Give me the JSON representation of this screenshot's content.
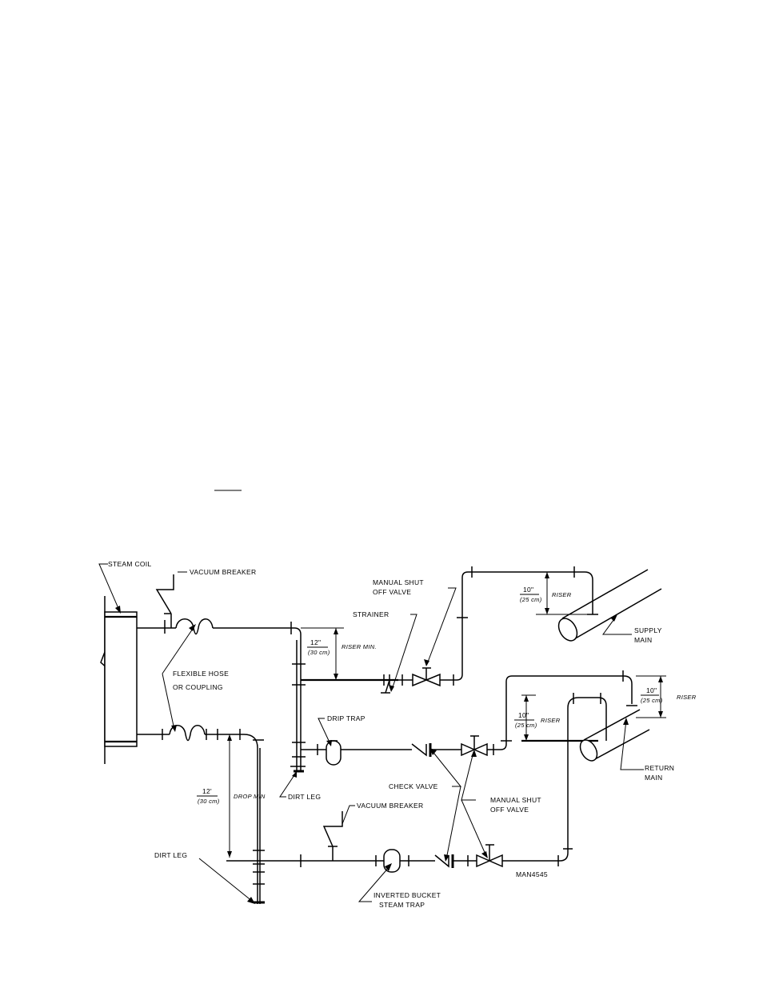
{
  "labels": {
    "steam_coil": "STEAM COIL",
    "vacuum_breaker_top": "VACUUM BREAKER",
    "manual_shut_top_1": "MANUAL SHUT",
    "manual_shut_top_2": "OFF VALVE",
    "strainer": "STRAINER",
    "flexible_hose_1": "FLEXIBLE HOSE",
    "flexible_hose_2": "OR COUPLING",
    "drip_trap": "DRIP TRAP",
    "dirt_leg_mid": "DIRT LEG",
    "dirt_leg_left": "DIRT LEG",
    "vacuum_breaker_bottom": "VACUUM BREAKER",
    "check_valve": "CHECK VALVE",
    "manual_shut_bottom_1": "MANUAL SHUT",
    "manual_shut_bottom_2": "OFF VALVE",
    "inverted_bucket_1": "INVERTED BUCKET",
    "inverted_bucket_2": "STEAM TRAP",
    "supply_main_1": "SUPPLY",
    "supply_main_2": "MAIN",
    "return_main_1": "RETURN",
    "return_main_2": "MAIN",
    "drawing_id": "MAN4545"
  },
  "dimensions": {
    "riser_min": {
      "num": "12\"",
      "den": "(30 cm)",
      "suffix": "RISER MIN."
    },
    "drop_min": {
      "num": "12'",
      "den": "(30 cm)",
      "suffix": "DROP MIN"
    },
    "supply_riser": {
      "num": "10\"",
      "den": "(25 cm)",
      "suffix": "RISER"
    },
    "return_riser_inner": {
      "num": "10\"",
      "den": "(25 cm)",
      "suffix": "RISER"
    },
    "return_riser_outer": {
      "num": "10\"",
      "den": "(25 cm)",
      "suffix": "RISER"
    }
  }
}
